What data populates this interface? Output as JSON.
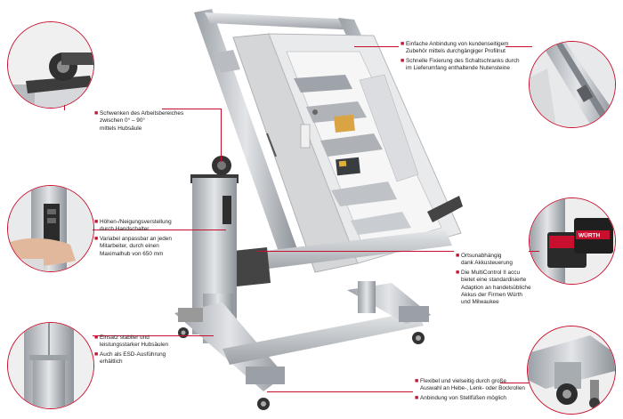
{
  "colors": {
    "accent": "#c8102e",
    "profile": "#c9ccd0",
    "panel": "#ececec"
  },
  "callouts": {
    "top_right": [
      "Einfache Anbindung von kundenseitigem\nZubehör mittels durchgängiger Profilnut",
      "Schnelle Fixierung des Schaltschranks durch\nim Lieferumfang enthaltende Nutensteine"
    ],
    "left_swivel": [
      "Schwenken des Arbeitsbereiches\nzwischen 0° – 90°\nmittels Hubsäule"
    ],
    "left_height": [
      "Höhen-/Neigungsverstellung\ndurch Handschalter",
      "Variabel anpassbar an jeden\nMitarbeiter, durch einen\nMaximalhub von 650 mm"
    ],
    "left_lift": [
      "Einsatz stabiler und\nleistungsstarker Hubsäulen",
      "Auch als ESD-Ausführung\nerhältlich"
    ],
    "right_battery": [
      "Ortsunabhängig\ndank Akkusteuerung",
      "Die MultiControl II accu\nbietet eine standardisierte\nAdaption an handelsübliche\nAkkus der Firmen Würth\nund Milwaukee"
    ],
    "bottom_right": [
      "Flexibel und vielseitig durch große\nAuswahl an Hebe-, Lenk- oder Bockrollen",
      "Anbindung von Stellfüßen möglich"
    ]
  },
  "battery_brand": "WÜRTH"
}
